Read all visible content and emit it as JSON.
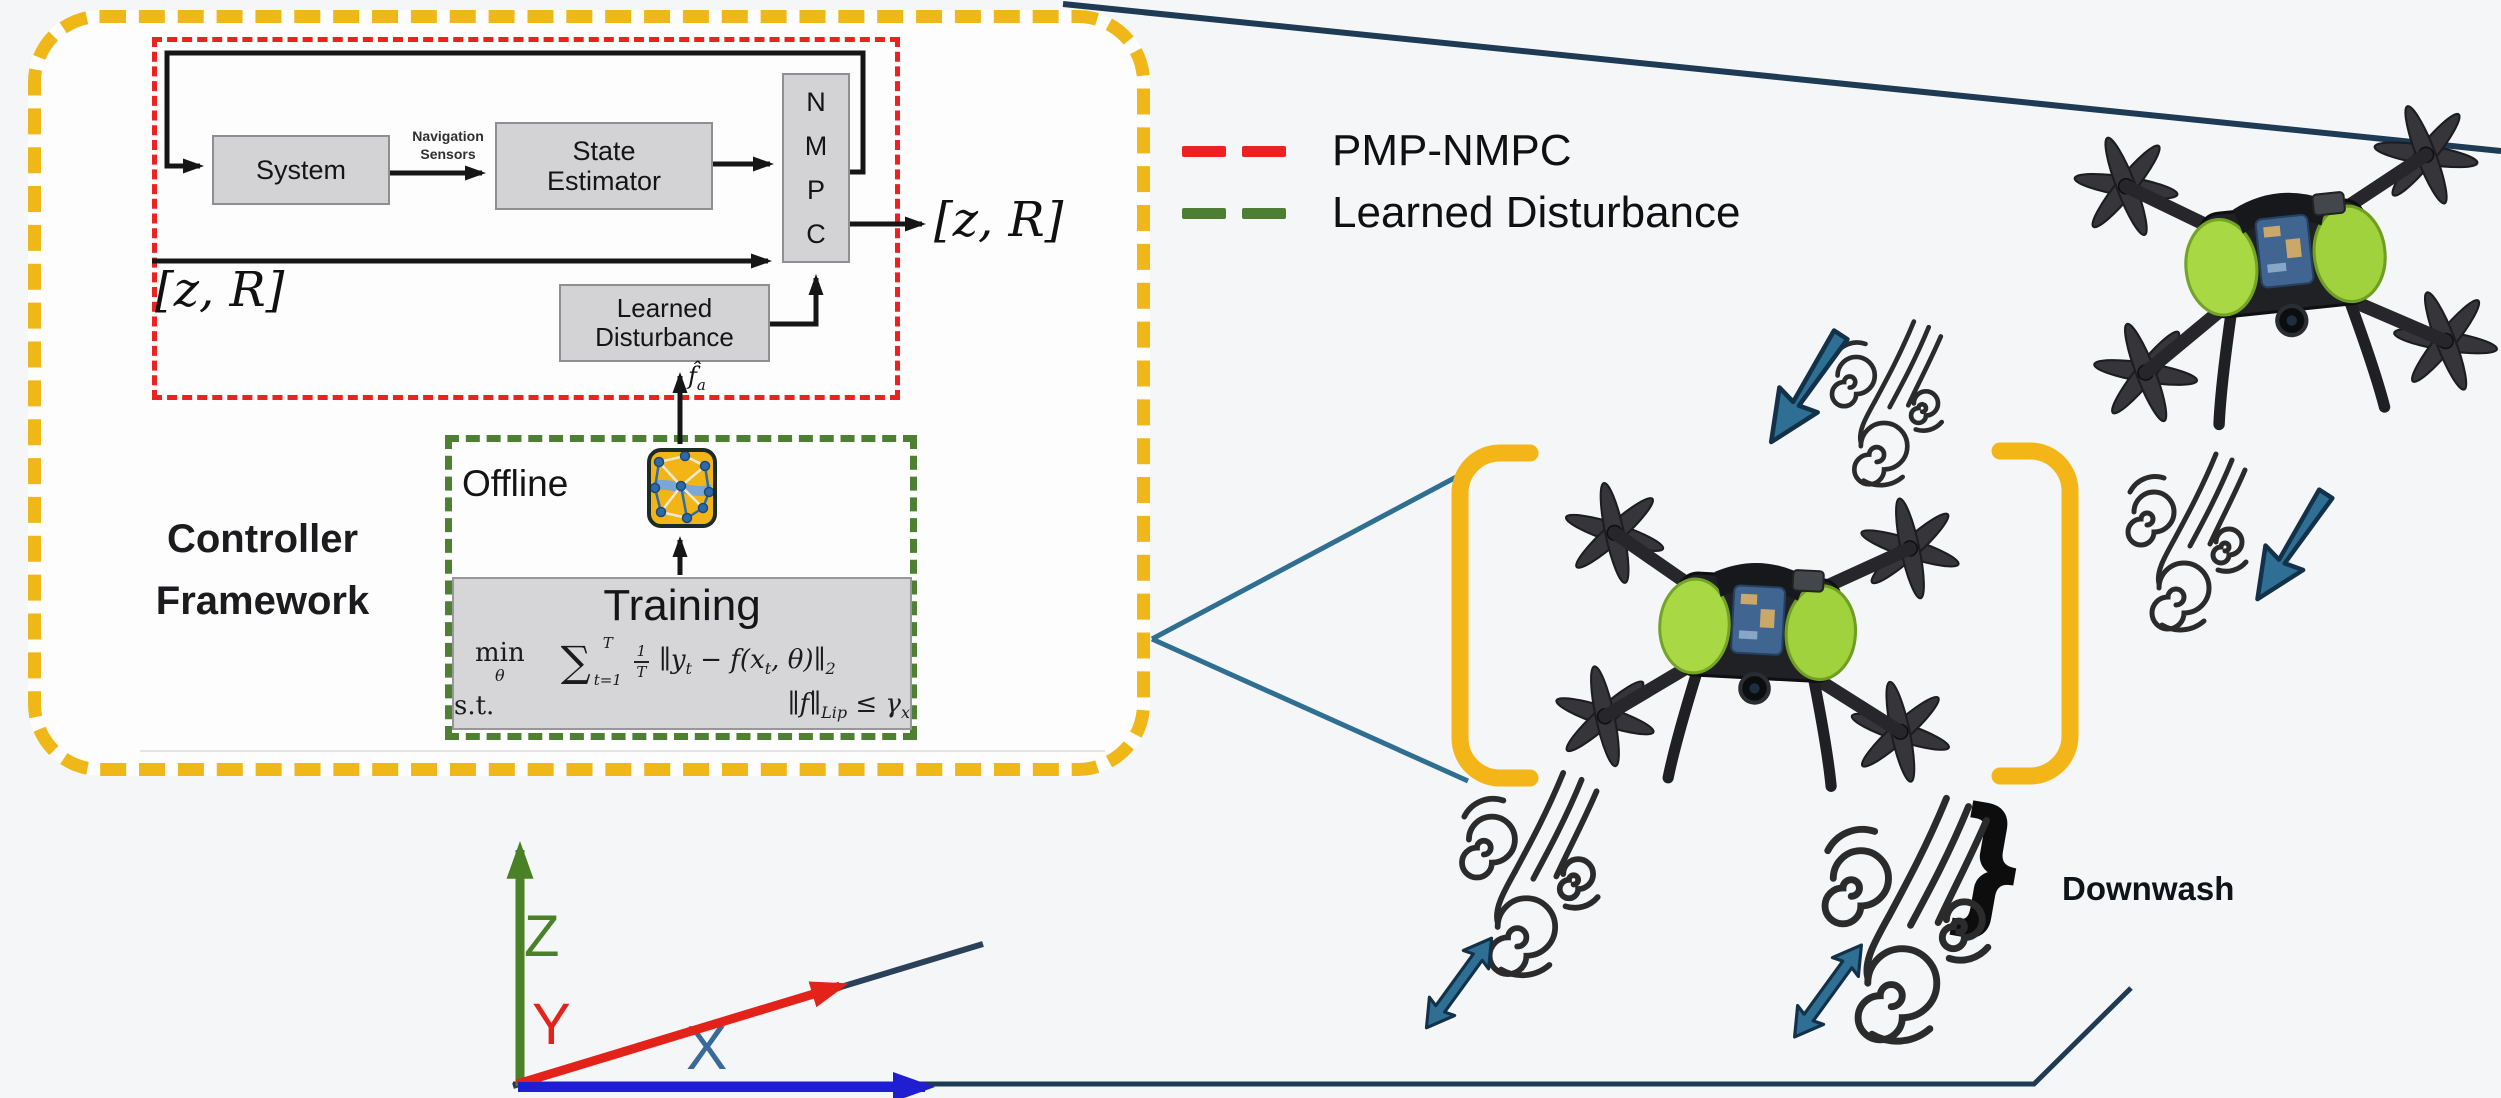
{
  "figure": {
    "framework": {
      "title": "Controller Framework",
      "offline_label": "Offline",
      "blocks": {
        "system": "System",
        "state_estimator": "State Estimator",
        "nmpc": "NMPC",
        "learned_disturbance": "Learned Disturbance",
        "training": "Training"
      },
      "signals": {
        "navigation_sensors": "Navigation Sensors",
        "reference_input": "[z, R]",
        "control_output": "[z, R]",
        "fa_hat": "f̂",
        "fa_sub": "a"
      },
      "math": {
        "min": "min",
        "min_sub": "θ",
        "sum": "∑",
        "sum_sup": "T",
        "sum_sub": "t=1",
        "frac_num": "1",
        "frac_den": "T",
        "obj_a": "∥y",
        "obj_a_sub": "t",
        "obj_b": " − f(x",
        "obj_b_sub": "t",
        "obj_c": ", θ)∥",
        "obj_c_sub": "2",
        "st": "s.t.",
        "con_a": "∥f∥",
        "con_a_sub": "Lip",
        "con_b": " ≤ γ",
        "con_b_sub": "x"
      }
    },
    "legend": {
      "items": [
        {
          "label": "PMP-NMPC",
          "color": "#ec2222"
        },
        {
          "label": "Learned Disturbance",
          "color": "#4e7e33"
        }
      ]
    },
    "annotations": {
      "downwash_label": "Downwash",
      "downwash_brace": "}"
    },
    "axes": {
      "x_label": "X",
      "y_label": "Y",
      "z_label": "Z",
      "x_color": "#3a6a99",
      "y_color": "#e32219",
      "z_color": "#4a8026"
    },
    "colors": {
      "frame_yellow": "#f0b719",
      "bracket_yellow": "#f3b517",
      "red_dashed": "#ec2222",
      "green_dashed": "#4e8033",
      "teal_arrow": "#2e6f93",
      "navy_line": "#1e3a54"
    },
    "icons": {
      "neural_network": "neural-network-icon",
      "wind_gust": "wind-gust-icon",
      "downwash_arrow": "downwash-arrow-icon",
      "oscillation_arrow": "double-headed-arrow-icon",
      "quadrotor": "quadrotor-photo"
    }
  }
}
